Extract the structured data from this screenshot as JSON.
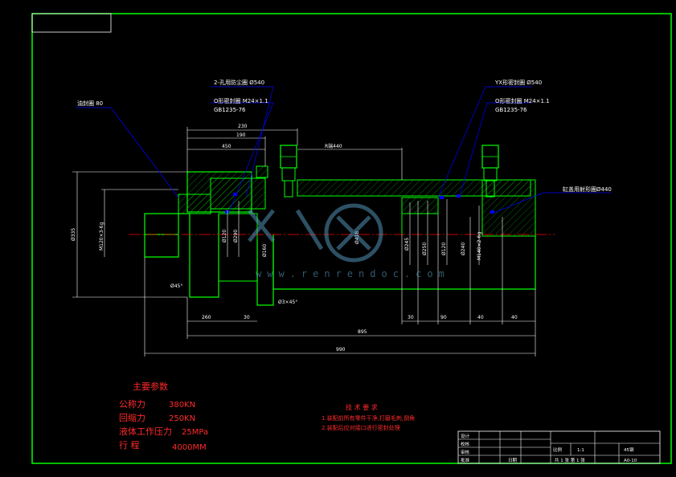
{
  "colors": {
    "background": "#000000",
    "outline": "#00ff00",
    "leader": "#0000ff",
    "dimension": "#ffffff",
    "text_red": "#ff2a2a",
    "centerline": "#ff0000",
    "watermark": "#5aa0c8"
  },
  "dimensions": {
    "top": [
      "230",
      "190",
      "450"
    ],
    "top_right": "R端440",
    "bottom_left": [
      "260",
      "30"
    ],
    "bottom_right": [
      "30",
      "90",
      "40",
      "40"
    ],
    "overall_inner": "895",
    "overall_total": "990",
    "left_vertical": "Ø335",
    "right_vertical": "Ø418",
    "bore_labels": [
      "M120×3-6g",
      "Ø120",
      "Ø290",
      "Ø160",
      "Ø245",
      "Ø250",
      "Ø120",
      "Ø240",
      "M140×2-6g"
    ],
    "chamfers": [
      "Ø45°",
      "Ø3×45°"
    ]
  },
  "leaders": {
    "left_label": "油封圈 80",
    "left_mid_1": "2-孔用防尘圈 Ø540",
    "left_mid_2": "O形密封圈 M24×1.1",
    "left_mid_3": "GB1235-76",
    "right_1": "YX形密封圈 Ø540",
    "right_2": "O形密封圈 M24×1.1",
    "right_3": "GB1235-76",
    "right_end": "缸盖用射形圈Ø440"
  },
  "params": {
    "title": "主要参数",
    "rows": [
      {
        "label": "公称力",
        "value": "380KN"
      },
      {
        "label": "回缩力",
        "value": "250KN"
      },
      {
        "label": "液体工作压力",
        "value": "25MPa"
      },
      {
        "label": "行  程",
        "value": "4000MM"
      }
    ]
  },
  "tech": {
    "title": "技 术 要 求",
    "lines": [
      "1.装配前所有零件干净,打磨毛刺,倒角",
      "2.装配后应对接口进行密封处理"
    ]
  },
  "title_block": {
    "design": "设计",
    "check": "校核",
    "audit": "审核",
    "approve": "批准",
    "date_col": "日期",
    "ratio_label": "比例",
    "ratio_value": "1:1",
    "material": "45钢",
    "sheets": "共 1 张 第 1 张",
    "drawing_no": "A0-10"
  },
  "watermark": {
    "url": "www.renrendoc.com"
  }
}
